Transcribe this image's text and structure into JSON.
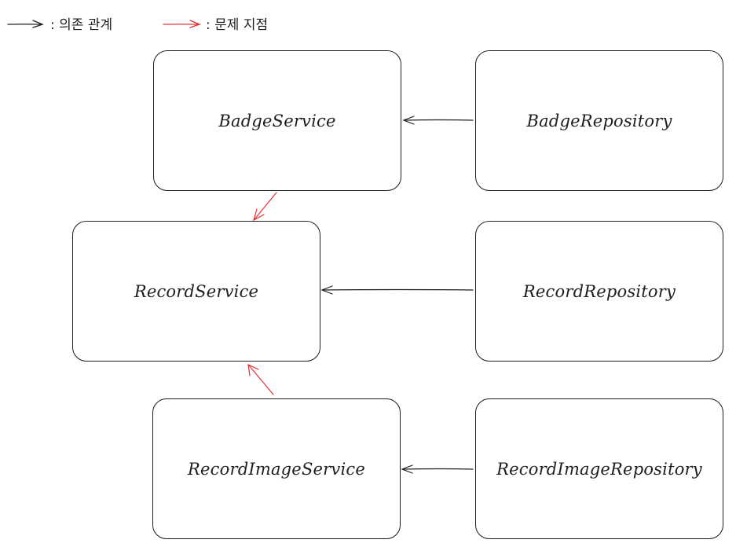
{
  "legend": {
    "dependency_label": ": 의존 관계",
    "problem_label": ": 문제 지점",
    "dependency_color": "#1e1e1e",
    "problem_color": "#e03131"
  },
  "nodes": {
    "badge_service": "BadgeService",
    "badge_repository": "BadgeRepository",
    "record_service": "RecordService",
    "record_repository": "RecordRepository",
    "record_image_service": "RecordImageService",
    "record_image_repository": "RecordImageRepository"
  },
  "edges": [
    {
      "from": "BadgeRepository",
      "to": "BadgeService",
      "kind": "dependency"
    },
    {
      "from": "RecordRepository",
      "to": "RecordService",
      "kind": "dependency"
    },
    {
      "from": "RecordImageRepository",
      "to": "RecordImageService",
      "kind": "dependency"
    },
    {
      "from": "BadgeService",
      "to": "RecordService",
      "kind": "problem"
    },
    {
      "from": "RecordImageService",
      "to": "RecordService",
      "kind": "problem"
    }
  ]
}
